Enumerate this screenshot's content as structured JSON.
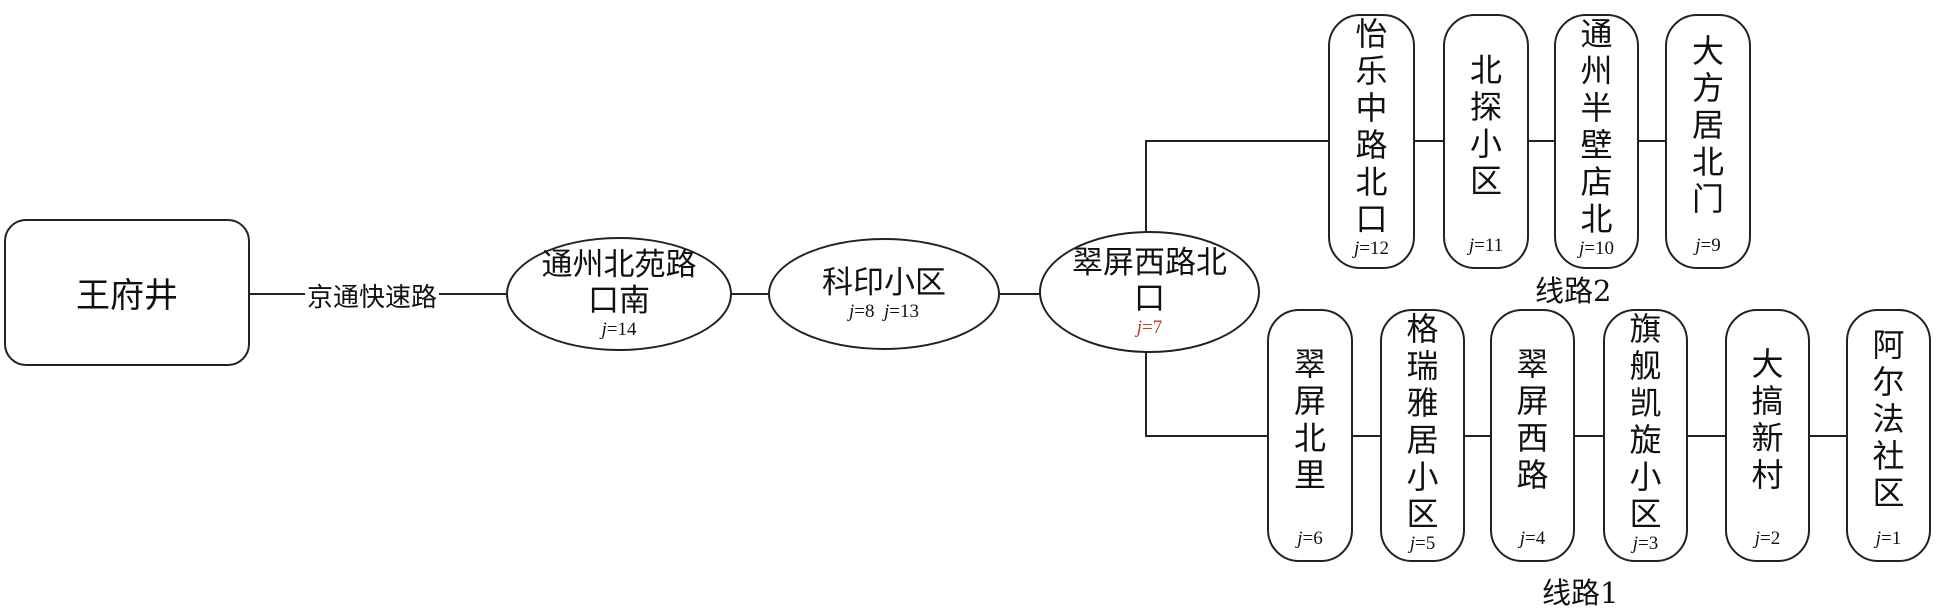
{
  "start": {
    "name": "王府井"
  },
  "edge_label": "京通快速路",
  "trunk": [
    {
      "name": "通州北苑路口南",
      "j": "j=14"
    },
    {
      "name": "科印小区",
      "j": "j=8  j=13"
    },
    {
      "name": "翠屏西路北口",
      "j": "j=7",
      "j_color": "#c0392b"
    }
  ],
  "route2": {
    "label": "线路2",
    "stops": [
      {
        "name": "怡乐中路北口",
        "j": "j=12"
      },
      {
        "name": "北探小区",
        "j": "j=11"
      },
      {
        "name": "通州半壁店北",
        "j": "j=10"
      },
      {
        "name": "大方居北门",
        "j": "j=9"
      }
    ]
  },
  "route1": {
    "label": "线路1",
    "stops": [
      {
        "name": "翠屏北里",
        "j": "j=6"
      },
      {
        "name": "格瑞雅居小区",
        "j": "j=5"
      },
      {
        "name": "翠屏西路",
        "j": "j=4"
      },
      {
        "name": "旗舰凯旋小区",
        "j": "j=3"
      },
      {
        "name": "大搞新村",
        "j": "j=2"
      },
      {
        "name": "阿尔法社区",
        "j": "j=1"
      }
    ]
  }
}
